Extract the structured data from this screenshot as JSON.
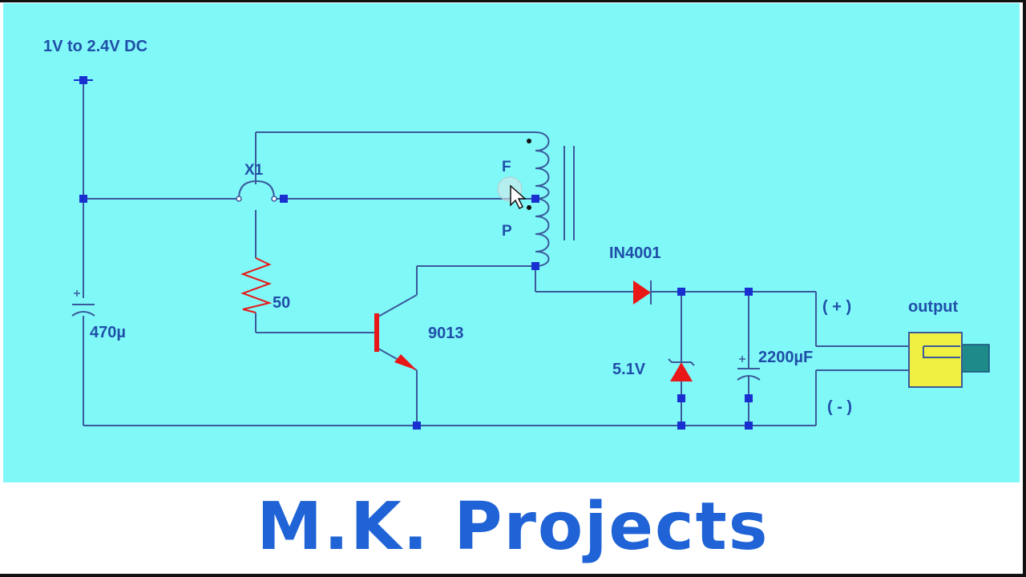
{
  "labels": {
    "supply": "1V to 2.4V DC",
    "switch": "X1",
    "coil_top": "F",
    "coil_bottom": "P",
    "resistor": "50",
    "capacitor_in": "470µ",
    "transistor": "9013",
    "diode": "IN4001",
    "zener": "5.1V",
    "capacitor_out": "2200µF",
    "plus": "( + )",
    "minus": "( - )",
    "output": "output"
  },
  "banner": {
    "title": "M.K. Projects"
  },
  "colors": {
    "canvas": "#80f8f8",
    "wire": "#3a5a9c",
    "node": "#1a2fd0",
    "text": "#1f4fa8",
    "red": "#e81818",
    "logo": "#1f63d6",
    "connector": "#f0f040"
  }
}
